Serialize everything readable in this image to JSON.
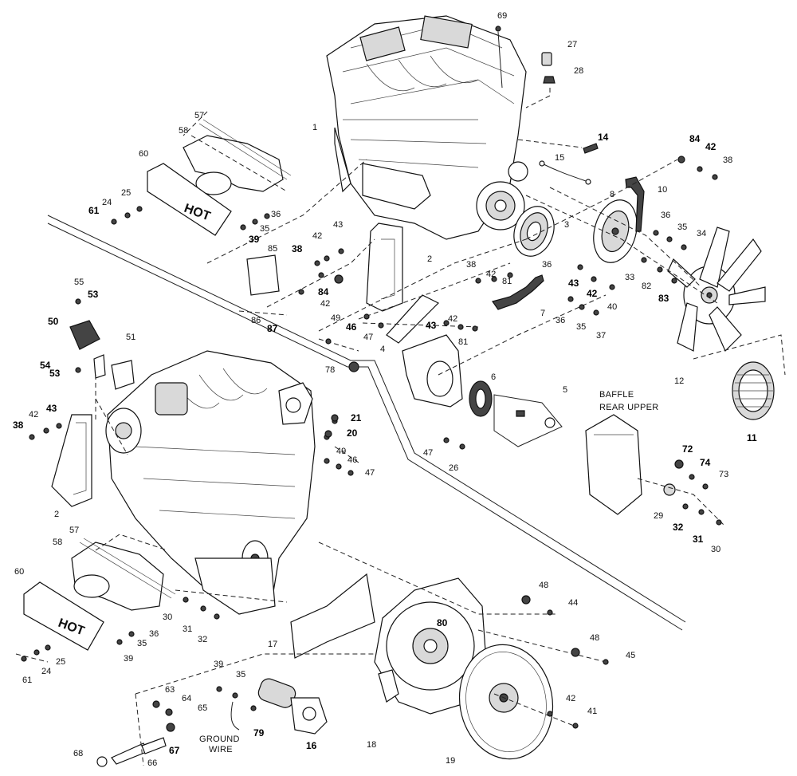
{
  "callouts": [
    {
      "id": "c1",
      "text": "1"
    },
    {
      "id": "c2a",
      "text": "2"
    },
    {
      "id": "c2b",
      "text": "2"
    },
    {
      "id": "c3",
      "text": "3"
    },
    {
      "id": "c4",
      "text": "4"
    },
    {
      "id": "c5",
      "text": "5"
    },
    {
      "id": "c6",
      "text": "6"
    },
    {
      "id": "c7",
      "text": "7"
    },
    {
      "id": "c8",
      "text": "8"
    },
    {
      "id": "c10",
      "text": "10"
    },
    {
      "id": "c11",
      "text": "11"
    },
    {
      "id": "c12",
      "text": "12"
    },
    {
      "id": "c14",
      "text": "14"
    },
    {
      "id": "c15",
      "text": "15"
    },
    {
      "id": "c16",
      "text": "16"
    },
    {
      "id": "c17",
      "text": "17"
    },
    {
      "id": "c18",
      "text": "18"
    },
    {
      "id": "c19",
      "text": "19"
    },
    {
      "id": "c20",
      "text": "20"
    },
    {
      "id": "c21",
      "text": "21"
    },
    {
      "id": "c24a",
      "text": "24"
    },
    {
      "id": "c24b",
      "text": "24"
    },
    {
      "id": "c25a",
      "text": "25"
    },
    {
      "id": "c25b",
      "text": "25"
    },
    {
      "id": "c26",
      "text": "26"
    },
    {
      "id": "c27",
      "text": "27"
    },
    {
      "id": "c28",
      "text": "28"
    },
    {
      "id": "c29",
      "text": "29"
    },
    {
      "id": "c30a",
      "text": "30"
    },
    {
      "id": "c30b",
      "text": "30"
    },
    {
      "id": "c31a",
      "text": "31"
    },
    {
      "id": "c31b",
      "text": "31"
    },
    {
      "id": "c32a",
      "text": "32"
    },
    {
      "id": "c32b",
      "text": "32"
    },
    {
      "id": "c33",
      "text": "33"
    },
    {
      "id": "c34",
      "text": "34"
    },
    {
      "id": "c35a",
      "text": "35"
    },
    {
      "id": "c35b",
      "text": "35"
    },
    {
      "id": "c35c",
      "text": "35"
    },
    {
      "id": "c35d",
      "text": "35"
    },
    {
      "id": "c35e",
      "text": "35"
    },
    {
      "id": "c36a",
      "text": "36"
    },
    {
      "id": "c36b",
      "text": "36"
    },
    {
      "id": "c36c",
      "text": "36"
    },
    {
      "id": "c36d",
      "text": "36"
    },
    {
      "id": "c36e",
      "text": "36"
    },
    {
      "id": "c37",
      "text": "37"
    },
    {
      "id": "c38a",
      "text": "38"
    },
    {
      "id": "c38b",
      "text": "38"
    },
    {
      "id": "c38c",
      "text": "38"
    },
    {
      "id": "c38d",
      "text": "38"
    },
    {
      "id": "c39a",
      "text": "39"
    },
    {
      "id": "c39b",
      "text": "39"
    },
    {
      "id": "c39c",
      "text": "39"
    },
    {
      "id": "c40",
      "text": "40"
    },
    {
      "id": "c41",
      "text": "41"
    },
    {
      "id": "c42a",
      "text": "42"
    },
    {
      "id": "c42b",
      "text": "42"
    },
    {
      "id": "c42c",
      "text": "42"
    },
    {
      "id": "c42d",
      "text": "42"
    },
    {
      "id": "c42e",
      "text": "42"
    },
    {
      "id": "c42f",
      "text": "42"
    },
    {
      "id": "c42g",
      "text": "42"
    },
    {
      "id": "c42h",
      "text": "42"
    },
    {
      "id": "c43a",
      "text": "43"
    },
    {
      "id": "c43b",
      "text": "43"
    },
    {
      "id": "c43c",
      "text": "43"
    },
    {
      "id": "c43d",
      "text": "43"
    },
    {
      "id": "c44",
      "text": "44"
    },
    {
      "id": "c45",
      "text": "45"
    },
    {
      "id": "c46a",
      "text": "46"
    },
    {
      "id": "c46b",
      "text": "46"
    },
    {
      "id": "c47a",
      "text": "47"
    },
    {
      "id": "c47b",
      "text": "47"
    },
    {
      "id": "c47c",
      "text": "47"
    },
    {
      "id": "c48a",
      "text": "48"
    },
    {
      "id": "c48b",
      "text": "48"
    },
    {
      "id": "c49a",
      "text": "49"
    },
    {
      "id": "c49b",
      "text": "49"
    },
    {
      "id": "c50",
      "text": "50"
    },
    {
      "id": "c51",
      "text": "51"
    },
    {
      "id": "c53a",
      "text": "53"
    },
    {
      "id": "c53b",
      "text": "53"
    },
    {
      "id": "c54",
      "text": "54"
    },
    {
      "id": "c55",
      "text": "55"
    },
    {
      "id": "c57a",
      "text": "57"
    },
    {
      "id": "c57b",
      "text": "57"
    },
    {
      "id": "c58a",
      "text": "58"
    },
    {
      "id": "c58b",
      "text": "58"
    },
    {
      "id": "c60a",
      "text": "60"
    },
    {
      "id": "c60b",
      "text": "60"
    },
    {
      "id": "c61a",
      "text": "61"
    },
    {
      "id": "c61b",
      "text": "61"
    },
    {
      "id": "c63",
      "text": "63"
    },
    {
      "id": "c64",
      "text": "64"
    },
    {
      "id": "c65",
      "text": "65"
    },
    {
      "id": "c66",
      "text": "66"
    },
    {
      "id": "c67",
      "text": "67"
    },
    {
      "id": "c68",
      "text": "68"
    },
    {
      "id": "c69",
      "text": "69"
    },
    {
      "id": "c72",
      "text": "72"
    },
    {
      "id": "c73",
      "text": "73"
    },
    {
      "id": "c74",
      "text": "74"
    },
    {
      "id": "c78",
      "text": "78"
    },
    {
      "id": "c79",
      "text": "79"
    },
    {
      "id": "c80",
      "text": "80"
    },
    {
      "id": "c81a",
      "text": "81"
    },
    {
      "id": "c81b",
      "text": "81"
    },
    {
      "id": "c82",
      "text": "82"
    },
    {
      "id": "c83",
      "text": "83"
    },
    {
      "id": "c84a",
      "text": "84"
    },
    {
      "id": "c84b",
      "text": "84"
    },
    {
      "id": "c85",
      "text": "85"
    },
    {
      "id": "c86",
      "text": "86"
    },
    {
      "id": "c87",
      "text": "87"
    }
  ],
  "labels": {
    "baffle_line1": "BAFFLE",
    "baffle_line2": "REAR UPPER",
    "ground_line1": "GROUND",
    "ground_line2": "WIRE",
    "hot_upper": "HOT",
    "hot_lower": "HOT"
  },
  "colors": {
    "ink": "#111111",
    "background": "#ffffff",
    "fill_gray": "#d9d9d9"
  }
}
